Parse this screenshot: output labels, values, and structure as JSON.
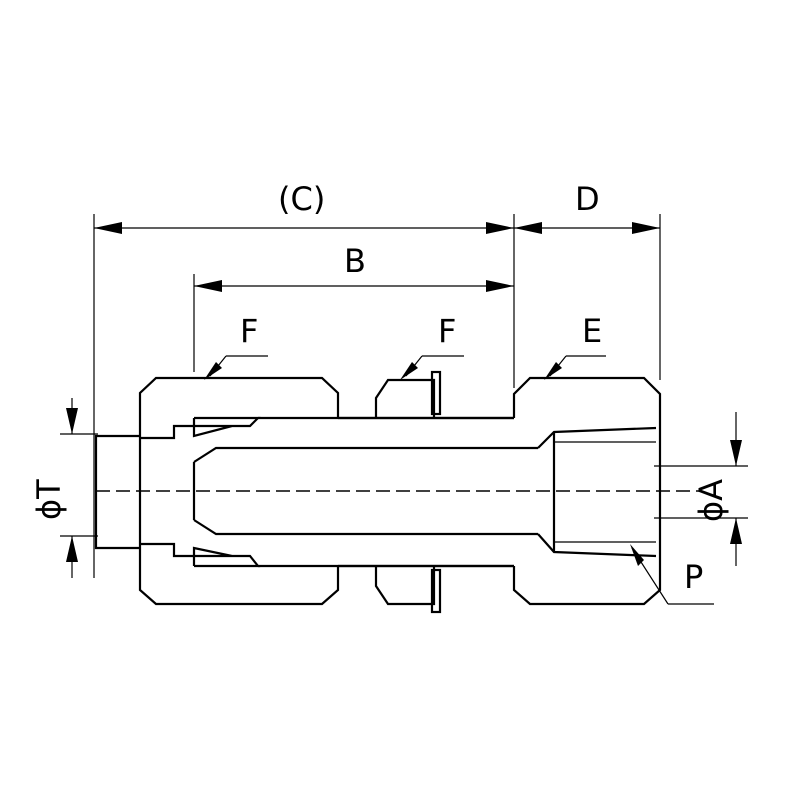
{
  "labels": {
    "dim_c": "(C)",
    "dim_d": "D",
    "dim_b": "B",
    "callout_f1": "F",
    "callout_f2": "F",
    "callout_e": "E",
    "dim_t": "ϕT",
    "dim_a": "ϕA",
    "callout_p": "P"
  }
}
